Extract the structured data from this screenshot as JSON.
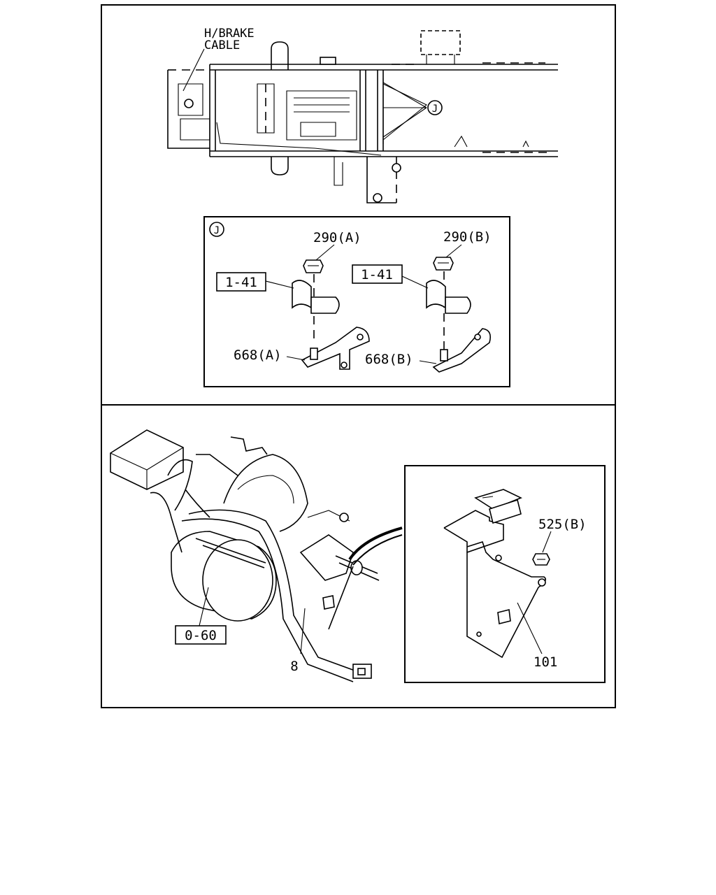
{
  "top_panel": {
    "cable_label_line1": "H/BRAKE",
    "cable_label_line2": "CABLE",
    "detail_marker": "J"
  },
  "detail_j": {
    "marker": "J",
    "bolt_a": "290(A)",
    "bolt_b": "290(B)",
    "ref_a": "1-41",
    "ref_b": "1-41",
    "bracket_a": "668(A)",
    "bracket_b": "668(B)"
  },
  "bottom_panel": {
    "ref_box": "0-60",
    "harness": "8"
  },
  "detail_inset": {
    "nut": "525(B)",
    "bracket": "101"
  }
}
